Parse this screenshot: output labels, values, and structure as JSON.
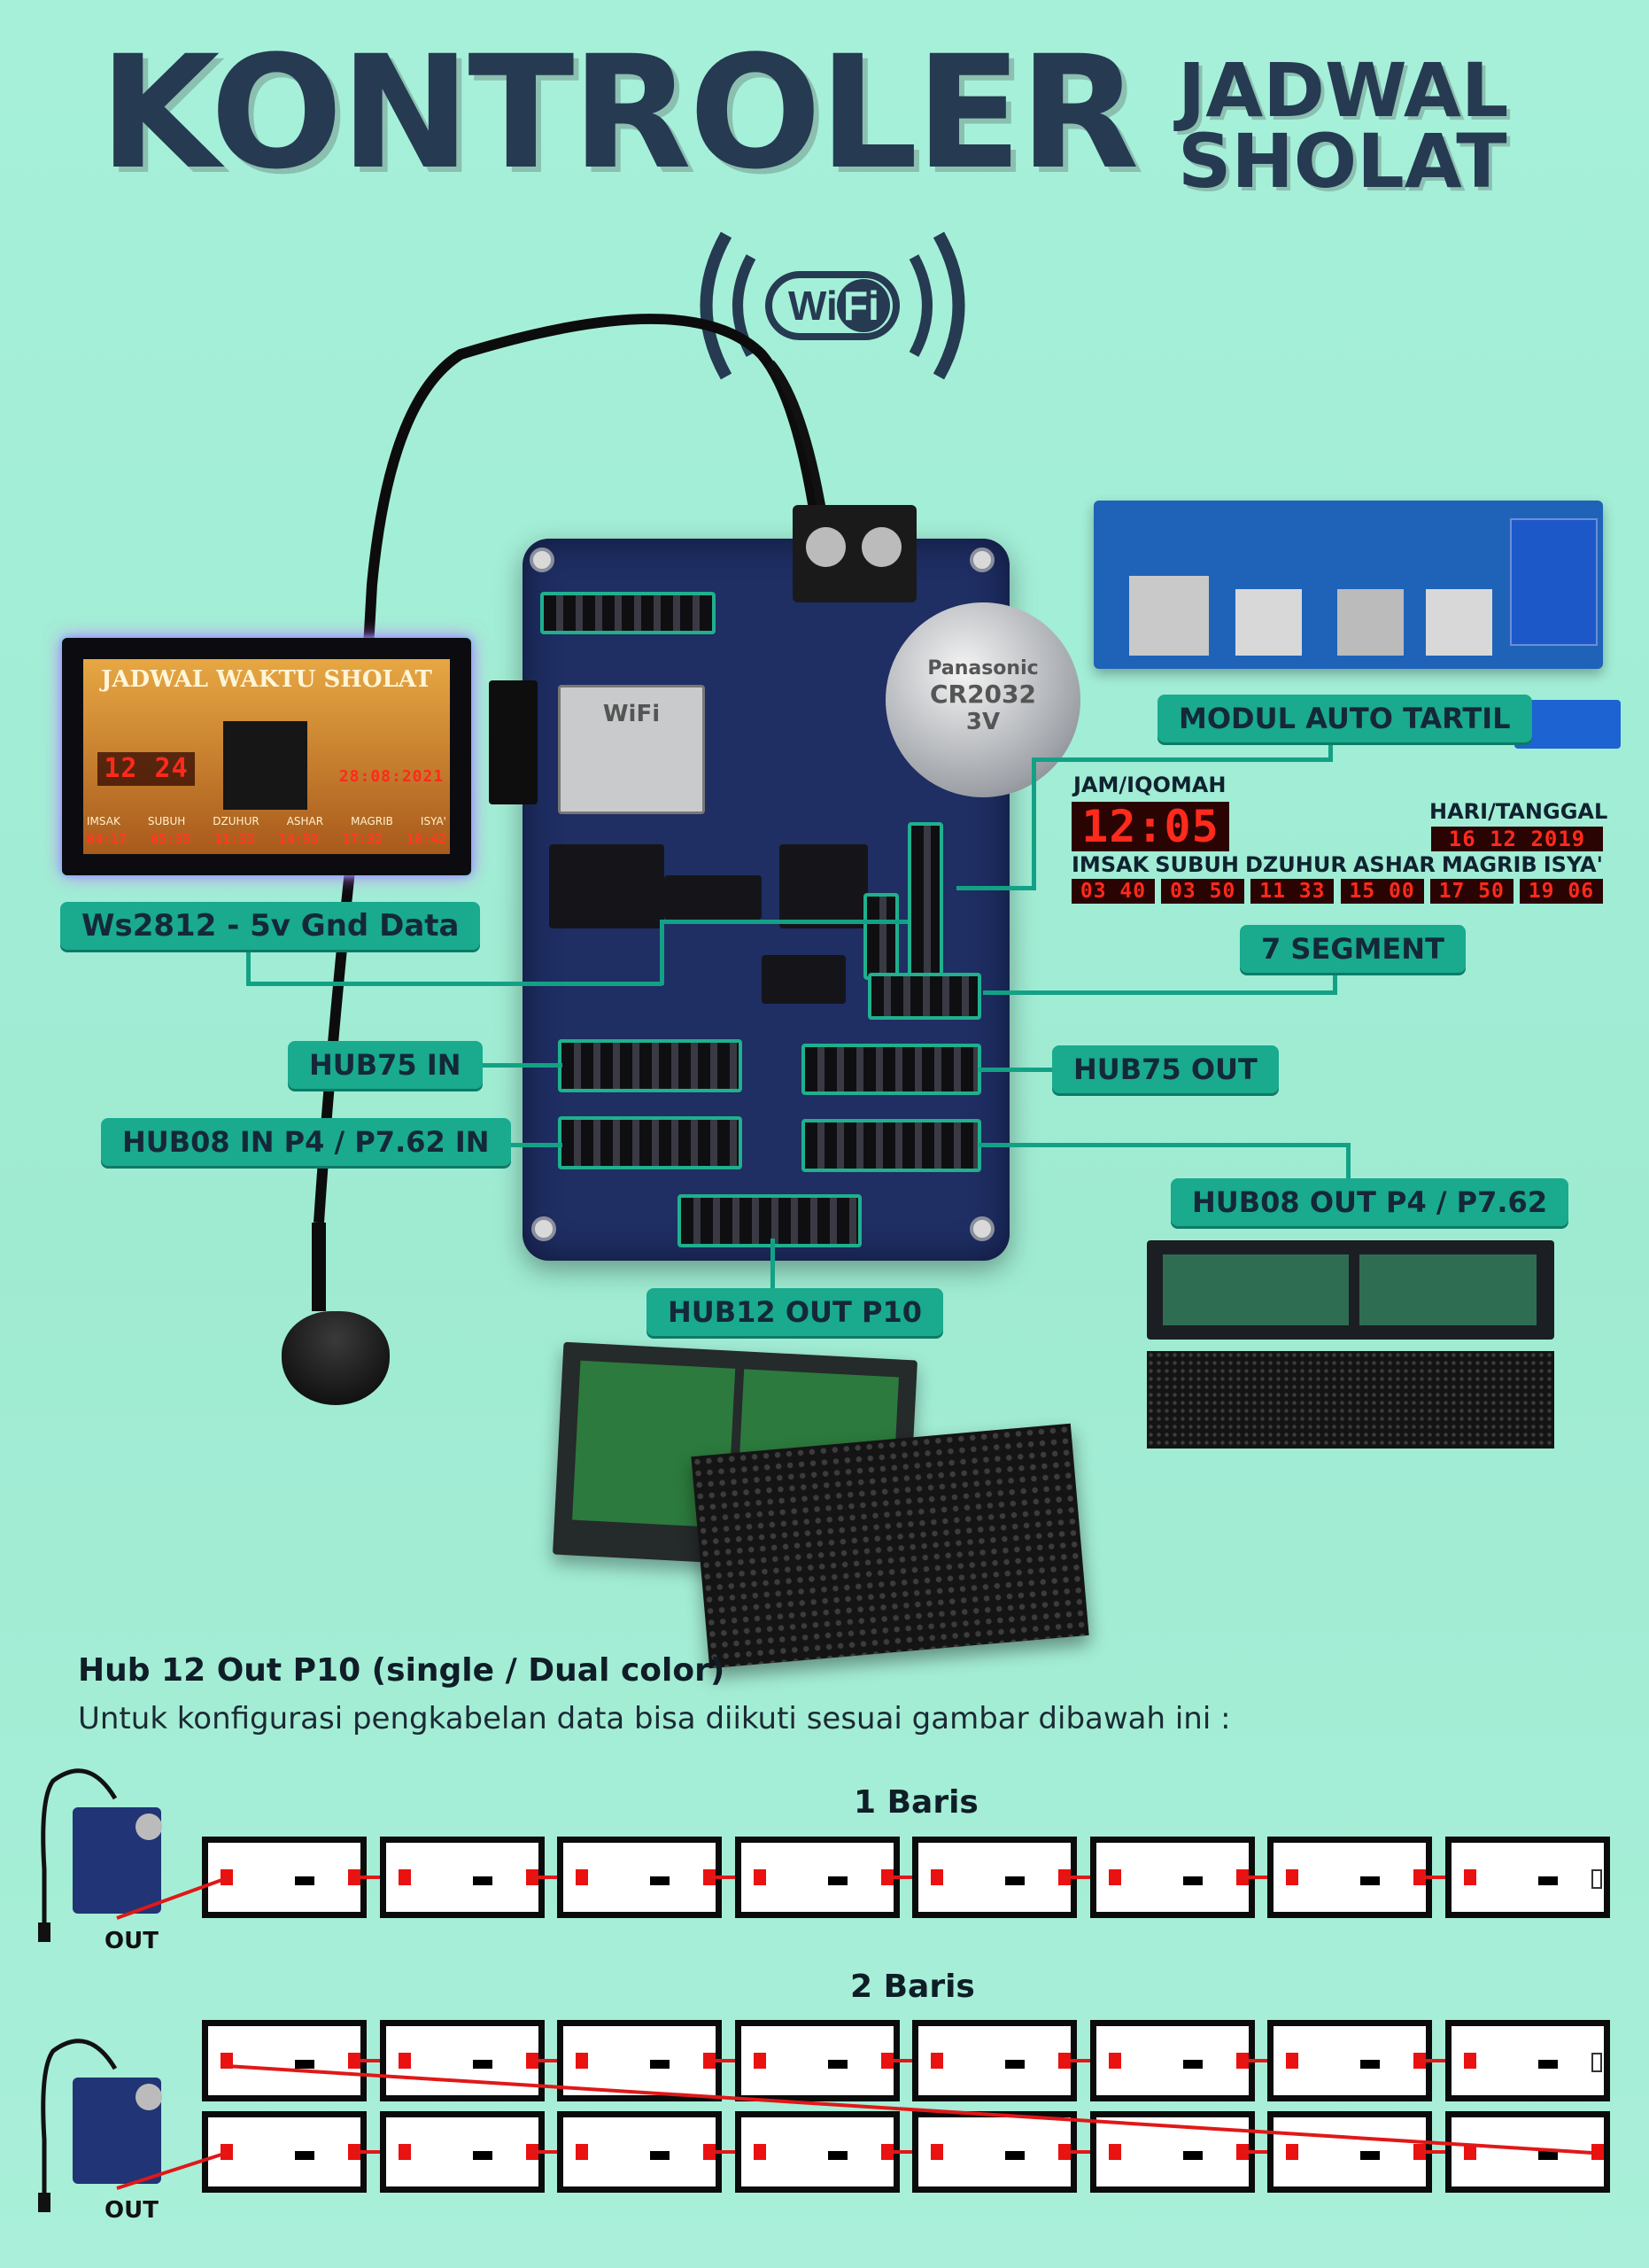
{
  "title": {
    "main": "KONTROLER",
    "sub_line1": "JADWAL",
    "sub_line2": "SHOLAT"
  },
  "wifi_logo": {
    "left": "Wi",
    "right": "Fi"
  },
  "board": {
    "battery_brand": "Panasonic",
    "battery_model": "CR2032",
    "battery_voltage": "3V",
    "module_text": "WiFi"
  },
  "display_preview": {
    "title": "JADWAL WAKTU SHOLAT",
    "clock": "12 24",
    "date": "28:08:2021",
    "labels": [
      "IMSAK",
      "SUBUH",
      "DZUHUR",
      "ASHAR",
      "MAGRIB",
      "ISYA'"
    ],
    "times": [
      "04:17",
      "05:35",
      "11:33",
      "14:53",
      "17:32",
      "18:42"
    ]
  },
  "labels": {
    "modul_auto_tartil": "MODUL AUTO TARTIL",
    "ws2812": "Ws2812 - 5v Gnd Data",
    "seven_segment": "7 SEGMENT",
    "hub75_in": "HUB75 IN",
    "hub75_out": "HUB75 OUT",
    "hub08_in": "HUB08 IN P4 / P7.62 IN",
    "hub08_out": "HUB08 OUT P4 / P7.62",
    "hub12_out": "HUB12 OUT P10"
  },
  "seven_segment_display": {
    "jam_label": "JAM/IQOMAH",
    "jam_value": "12:05",
    "hari_label": "HARI/TANGGAL",
    "hari_value": "16 12 2019",
    "prayer_labels": [
      "IMSAK",
      "SUBUH",
      "DZUHUR",
      "ASHAR",
      "MAGRIB",
      "ISYA'"
    ],
    "prayer_values": [
      "03 40",
      "03 50",
      "11 33",
      "15 00",
      "17 50",
      "19 06"
    ]
  },
  "wiring": {
    "heading": "Hub 12 Out P10 (single / Dual color)",
    "subheading": "Untuk konfigurasi pengkabelan data bisa diikuti sesuai gambar dibawah ini :",
    "row1_title": "1 Baris",
    "row2_title": "2 Baris",
    "out_label": "OUT",
    "panels_per_row": 8
  },
  "colors": {
    "background": "#a6f0da",
    "label": "#1aaa8e",
    "title": "#263a52",
    "wire": "#ea1111"
  }
}
